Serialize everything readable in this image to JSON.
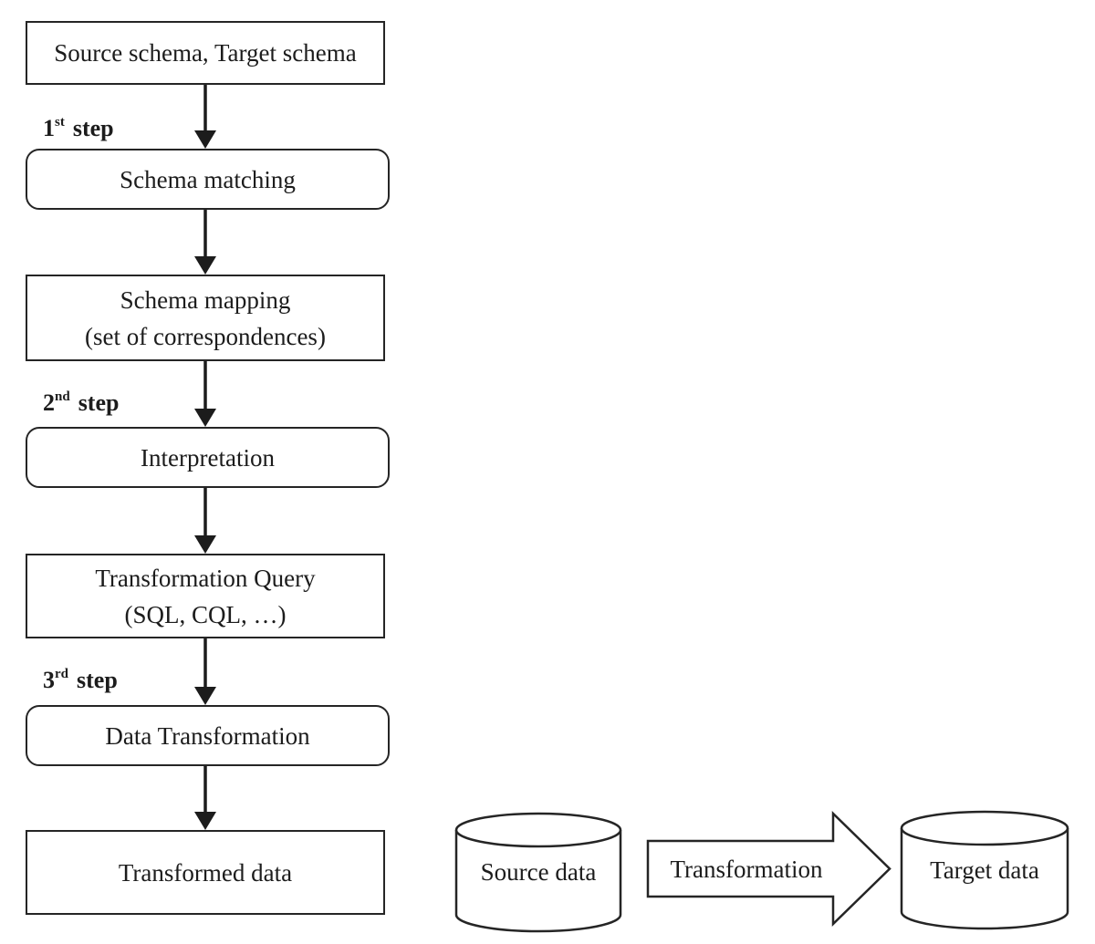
{
  "title": "Schema matching and data transformation process diagram",
  "colors": {
    "background": "#ffffff",
    "stroke": "#252525",
    "text": "#1c1c1c"
  },
  "flow": {
    "boxes": [
      {
        "id": "source-target-schema",
        "shape": "rect",
        "lines": [
          "Source schema, Target schema"
        ]
      },
      {
        "id": "schema-matching",
        "shape": "rounded",
        "lines": [
          "Schema matching"
        ]
      },
      {
        "id": "schema-mapping",
        "shape": "rect",
        "lines": [
          "Schema mapping",
          "(set of correspondences)"
        ]
      },
      {
        "id": "interpretation",
        "shape": "rounded",
        "lines": [
          "Interpretation"
        ]
      },
      {
        "id": "transformation-query",
        "shape": "rect",
        "lines": [
          "Transformation Query",
          "(SQL, CQL, …)"
        ]
      },
      {
        "id": "data-transformation",
        "shape": "rounded",
        "lines": [
          "Data Transformation"
        ]
      },
      {
        "id": "transformed-data",
        "shape": "rect",
        "lines": [
          "Transformed data"
        ]
      }
    ],
    "steps": [
      {
        "num": "1",
        "sup": "st",
        "word": "step"
      },
      {
        "num": "2",
        "sup": "nd",
        "word": "step"
      },
      {
        "num": "3",
        "sup": "rd",
        "word": "step"
      }
    ]
  },
  "data_flow": {
    "source_label": "Source data",
    "arrow_label": "Transformation",
    "target_label": "Target data"
  }
}
